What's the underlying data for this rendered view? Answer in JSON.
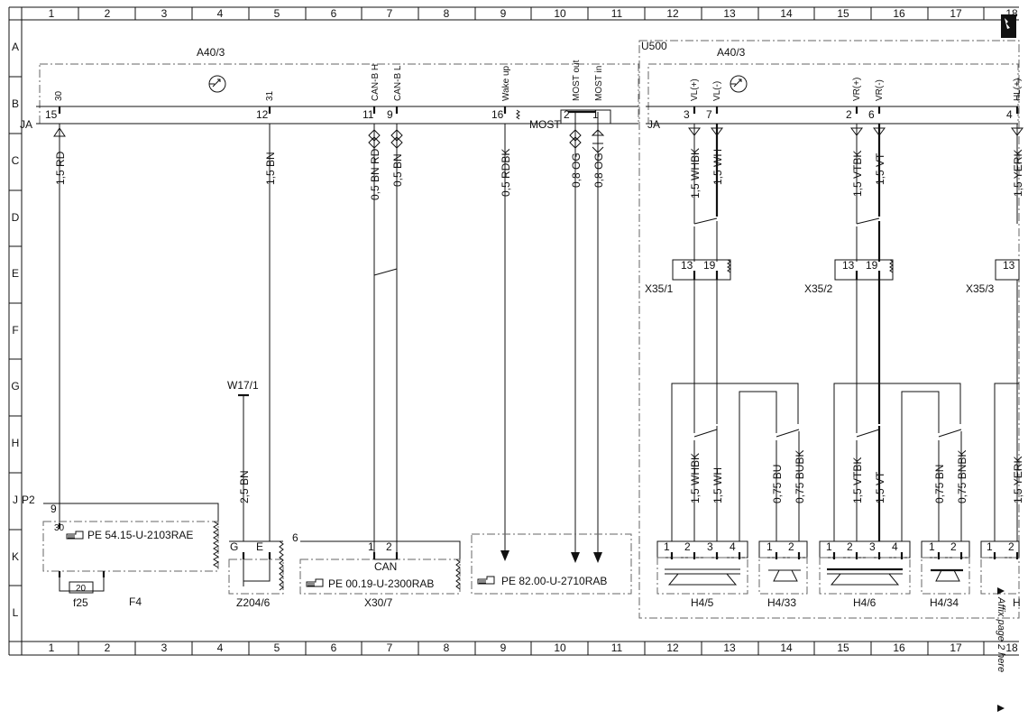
{
  "grid": {
    "columns": [
      "1",
      "2",
      "3",
      "4",
      "5",
      "6",
      "7",
      "8",
      "9",
      "10",
      "11",
      "12",
      "13",
      "14",
      "15",
      "16",
      "17",
      "18"
    ],
    "rows": [
      "A",
      "B",
      "C",
      "D",
      "E",
      "F",
      "G",
      "H",
      "J",
      "K",
      "L"
    ]
  },
  "components": {
    "a40_left": "A40/3",
    "a40_right": "A40/3",
    "u500": "U500",
    "ja_left": "JA",
    "ja_right": "JA",
    "most": "MOST",
    "w17": "W17/1",
    "p2": "P2",
    "f4": "F4",
    "f25": "f25",
    "fuse_value": "20",
    "z204": "Z204/6",
    "x30": "X30/7",
    "can_label": "CAN",
    "x35_1": "X35/1",
    "x35_2": "X35/2",
    "x35_3": "X35/3",
    "h4_5": "H4/5",
    "h4_33": "H4/33",
    "h4_6": "H4/6",
    "h4_34": "H4/34",
    "h_partial": "H"
  },
  "references": {
    "ref1": "PE 54.15-U-2103RAE",
    "ref2": "PE 00.19-U-2300RAB",
    "ref3": "PE 82.00-U-2710RAB"
  },
  "signals": {
    "s30": "30",
    "s31": "31",
    "canh": "CAN-B H",
    "canl": "CAN-B L",
    "wake": "Wake up",
    "mostout": "MOST out",
    "mostin": "MOST in",
    "vlp": "VL(+)",
    "vlm": "VL(-)",
    "vrp": "VR(+)",
    "vrm": "VR(-)",
    "hlp": "HL(+)"
  },
  "pins": {
    "p15": "15",
    "p12": "12",
    "p11": "11",
    "p9": "9",
    "p16": "16",
    "p2": "2",
    "p1": "1",
    "p3": "3",
    "p7": "7",
    "p2b": "2",
    "p6": "6",
    "p4": "4",
    "x13a": "13",
    "x19a": "19",
    "x13b": "13",
    "x19b": "19",
    "x13c": "13",
    "f9": "9",
    "f30": "30",
    "zg": "G",
    "ze": "E",
    "z6": "6",
    "x30_1": "1",
    "x30_2": "2",
    "h45_1": "1",
    "h45_2": "2",
    "h45_3": "3",
    "h45_4": "4",
    "h433_1": "1",
    "h433_2": "2",
    "h46_1": "1",
    "h46_2": "2",
    "h46_3": "3",
    "h46_4": "4",
    "h434_1": "1",
    "h434_2": "2",
    "hp_1": "1",
    "hp_2": "2"
  },
  "wires_top": {
    "w1": "1,5 RD",
    "w2": "1,5 BN",
    "w3": "0,5 BN RD",
    "w4": "0,5 BN",
    "w5": "0,5 RDBK",
    "w6": "0,8 OG",
    "w7": "0,8 OG",
    "w8": "1,5 WHBK",
    "w9": "1,5 WH",
    "w10": "1,5 VTBK",
    "w11": "1,5 VT",
    "w12": "1,5 YERK"
  },
  "wires_bottom": {
    "b0": "2,5 BN",
    "b1": "1,5 WHBK",
    "b2": "1,5 WH",
    "b3": "0,75 BU",
    "b4": "0,75 BUBK",
    "b5": "1,5 VTBK",
    "b6": "1,5 VT",
    "b7": "0,75 BN",
    "b8": "0,75 BNBK",
    "b9": "1,5 YERK"
  },
  "side_note": "Affix page 2 here"
}
